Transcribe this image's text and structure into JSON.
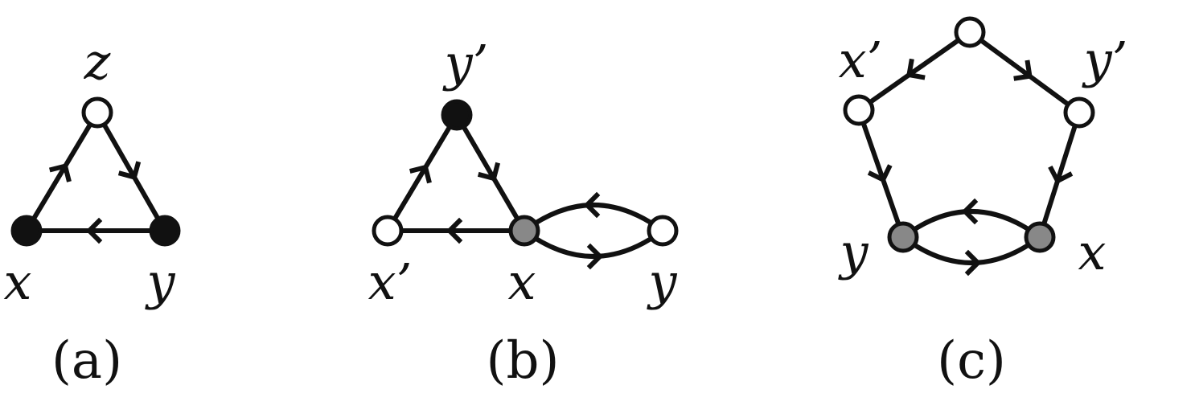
{
  "colors": {
    "ink": "#111111",
    "filled_black": "#111111",
    "filled_gray": "#888888",
    "open": "#ffffff",
    "background": "#ffffff"
  },
  "panels": [
    {
      "id": "a",
      "caption": "(a)",
      "nodes": [
        {
          "id": "z",
          "label": "z",
          "fill": "open"
        },
        {
          "id": "x",
          "label": "x",
          "fill": "black"
        },
        {
          "id": "y",
          "label": "y",
          "fill": "black"
        }
      ],
      "edges": [
        {
          "from": "x",
          "to": "z",
          "shape": "straight"
        },
        {
          "from": "z",
          "to": "y",
          "shape": "straight"
        },
        {
          "from": "y",
          "to": "x",
          "shape": "straight"
        }
      ]
    },
    {
      "id": "b",
      "caption": "(b)",
      "nodes": [
        {
          "id": "y'",
          "label": "y’",
          "fill": "black"
        },
        {
          "id": "x'",
          "label": "x’",
          "fill": "open"
        },
        {
          "id": "x",
          "label": "x",
          "fill": "gray"
        },
        {
          "id": "y",
          "label": "y",
          "fill": "open"
        }
      ],
      "edges": [
        {
          "from": "x'",
          "to": "y'",
          "shape": "straight"
        },
        {
          "from": "y'",
          "to": "x",
          "shape": "straight"
        },
        {
          "from": "x",
          "to": "x'",
          "shape": "straight"
        },
        {
          "from": "y",
          "to": "x",
          "shape": "arc-upper"
        },
        {
          "from": "x",
          "to": "y",
          "shape": "arc-lower"
        }
      ]
    },
    {
      "id": "c",
      "caption": "(c)",
      "nodes": [
        {
          "id": "top",
          "label": "",
          "fill": "open"
        },
        {
          "id": "x'",
          "label": "x’",
          "fill": "open"
        },
        {
          "id": "y'",
          "label": "y’",
          "fill": "open"
        },
        {
          "id": "y",
          "label": "y",
          "fill": "gray"
        },
        {
          "id": "x",
          "label": "x",
          "fill": "gray"
        }
      ],
      "edges": [
        {
          "from": "top",
          "to": "x'",
          "shape": "straight"
        },
        {
          "from": "top",
          "to": "y'",
          "shape": "straight"
        },
        {
          "from": "x'",
          "to": "y",
          "shape": "straight"
        },
        {
          "from": "y'",
          "to": "x",
          "shape": "straight"
        },
        {
          "from": "x",
          "to": "y",
          "shape": "arc-upper"
        },
        {
          "from": "y",
          "to": "x",
          "shape": "arc-lower"
        }
      ]
    }
  ]
}
